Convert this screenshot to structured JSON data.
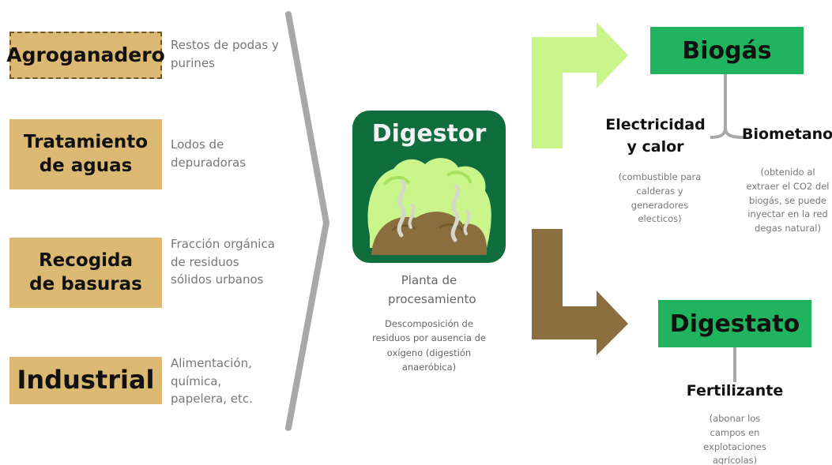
{
  "sources": [
    {
      "title": "Agroganadero",
      "desc": "Restos de podas y purines"
    },
    {
      "title": "Tratamiento de aguas",
      "desc": "Lodos de depuradoras"
    },
    {
      "title": "Recogida de basuras",
      "desc": "Fracción orgánica  de residuos sólidos urbanos"
    },
    {
      "title": "Industrial",
      "desc": "Alimentación, química, papelera, etc."
    }
  ],
  "digestor": {
    "title": "Digestor",
    "subtitle": "Planta de procesamiento",
    "note": "Descomposición de residuos por ausencia de oxígeno (digestión anaeróbica)"
  },
  "biogas": {
    "title": "Biogás",
    "use1_title": "Electricidad y calor",
    "use1_note": "(combustible para calderas y generadores electicos)",
    "use2_title": "Biometano",
    "use2_note": "(obtenido al extraer el CO2 del biogás,  se puede inyectar en la red degas natural)"
  },
  "digestato": {
    "title": "Digestato",
    "use_title": "Fertilizante",
    "use_note": "(abonar los campos en explotaciones agrícolas)"
  },
  "colors": {
    "source_box": "#dcb973",
    "digestor_bg": "#0f6d3e",
    "output_box": "#1fb45d",
    "arrow_light": "#c9f58a",
    "arrow_brown": "#8a6e3e",
    "bracket": "#a8a8a8"
  }
}
